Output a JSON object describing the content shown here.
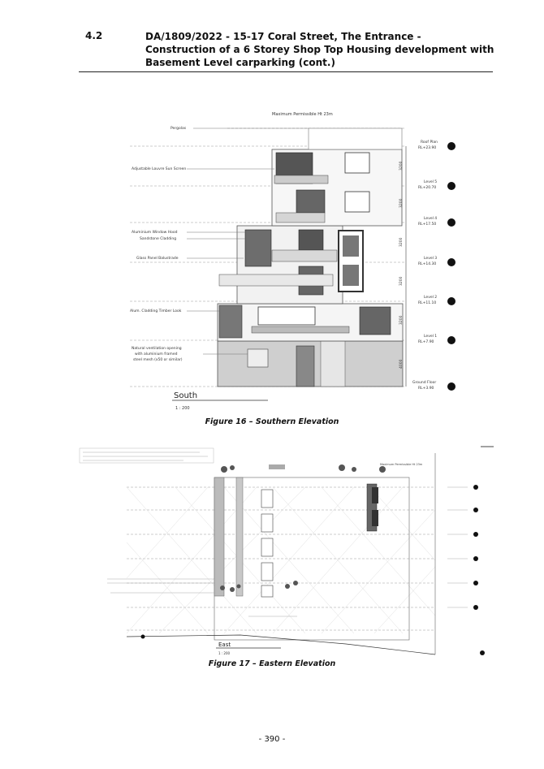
{
  "header": {
    "item_number": "4.2",
    "title": "DA/1809/2022 - 15-17 Coral Street, The Entrance - Construction of a 6 Storey Shop Top Housing development with Basement Level carparking (cont.)"
  },
  "figure16": {
    "caption": "Figure 16 – Southern Elevation",
    "max_height_label": "Maximum Permissible Ht 23m",
    "title": "South",
    "scale": "1 : 200",
    "annotations": [
      "Pergolas",
      "Adjustable Louvre Sun Screen",
      "Aluminium Window Hood",
      "Sandstone Cladding",
      "Glass Panel Balustrade",
      "Alum. Cladding Timber Look",
      "Natural ventilation opening",
      "with aluminium framed",
      "steel mesh (x50 or similar)"
    ],
    "levels": [
      {
        "name": "Roof Plan",
        "rl": "RL+23.90"
      },
      {
        "name": "Level 5",
        "rl": "RL+20.70"
      },
      {
        "name": "Level 4",
        "rl": "RL+17.50"
      },
      {
        "name": "Level 3",
        "rl": "RL+14.30"
      },
      {
        "name": "Level 2",
        "rl": "RL+11.10"
      },
      {
        "name": "Level 1",
        "rl": "RL+7.90"
      },
      {
        "name": "Ground Floor",
        "rl": "RL+3.90"
      }
    ],
    "dims": [
      "3200",
      "3200",
      "3200",
      "3200",
      "3200",
      "4000"
    ]
  },
  "figure17": {
    "caption": "Figure 17 – Eastern Elevation",
    "max_height_label": "Maximum Permissible Ht 23m",
    "title": "East",
    "scale": "1 : 200"
  },
  "footer": {
    "page_number": "- 390 -"
  }
}
